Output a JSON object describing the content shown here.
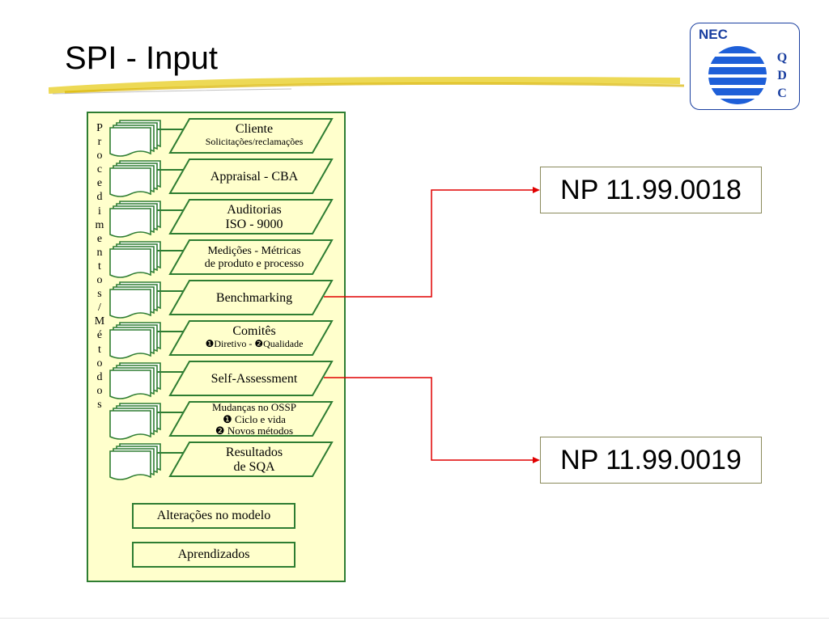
{
  "title": "SPI - Input",
  "logo": {
    "brand": "NEC",
    "letters": [
      "Q",
      "D",
      "C"
    ]
  },
  "vertical_label": [
    "P",
    "r",
    "o",
    "c",
    "e",
    "d",
    "i",
    "m",
    "e",
    "n",
    "t",
    "o",
    "s",
    "/",
    "M",
    "é",
    "t",
    "o",
    "d",
    "o",
    "s"
  ],
  "items": [
    {
      "lines": [
        "Cliente",
        "Solicitações/reclamações"
      ]
    },
    {
      "lines": [
        "Appraisal - CBA"
      ]
    },
    {
      "lines": [
        "Auditorias",
        "ISO - 9000"
      ]
    },
    {
      "lines": [
        "Medições - Métricas",
        "de produto e processo"
      ]
    },
    {
      "lines": [
        "Benchmarking"
      ]
    },
    {
      "lines": [
        "Comitês",
        "❶Diretivo - ❷Qualidade"
      ]
    },
    {
      "lines": [
        "Self-Assessment"
      ]
    },
    {
      "lines": [
        "Mudanças no OSSP",
        "❶ Ciclo e vida",
        "❷ Novos métodos"
      ]
    },
    {
      "lines": [
        "Resultados",
        "de SQA"
      ]
    }
  ],
  "boxes": [
    "Alterações no modelo",
    "Aprendizados"
  ],
  "outputs": [
    "NP 11.99.0018",
    "NP 11.99.0019"
  ],
  "colors": {
    "green": "#2e7d32",
    "panel": "#ffffcc",
    "arrow": "#e00000",
    "nec_blue": "#1a3fa0",
    "underline": "#e8cf2a"
  }
}
